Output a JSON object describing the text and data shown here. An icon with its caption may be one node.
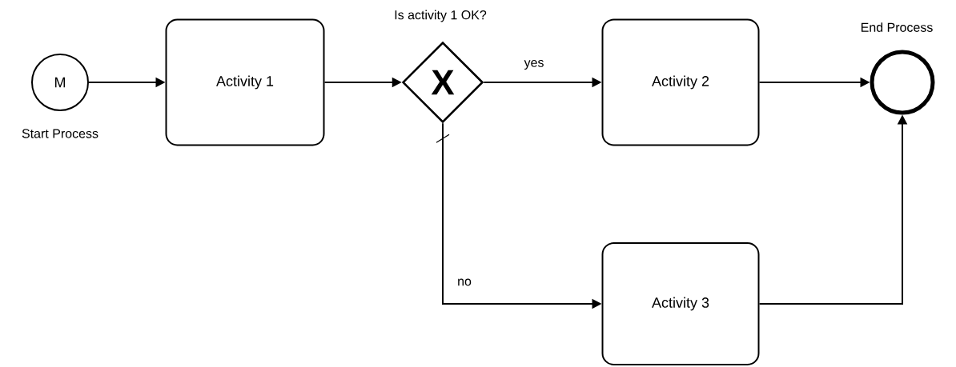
{
  "diagram": {
    "nodes": [
      {
        "text": [
          "M"
        ],
        "beside": [
          "Start Process"
        ]
      },
      {
        "text": [
          "Activity 1"
        ]
      },
      {
        "text": [
          "X"
        ],
        "beside": [
          "Is activity 1 OK?"
        ]
      },
      {
        "text": [
          "Activity 2"
        ]
      },
      {
        "text": [
          "Activity 3"
        ]
      },
      {
        "text": [],
        "shape": "circle",
        "beside": [
          "End Process"
        ]
      }
    ],
    "edges": [
      {
        "from": 0,
        "to": 1,
        "arrow": "to"
      },
      {
        "from": 1,
        "to": 2,
        "arrow": "to"
      },
      {
        "from": 2,
        "to": 3,
        "arrow": "to",
        "label": "yes"
      },
      {
        "from": 2,
        "to": 4,
        "arrow": "to",
        "label": "no"
      },
      {
        "from": 3,
        "to": 5,
        "arrow": "to"
      },
      {
        "from": 4,
        "to": 5,
        "arrow": "to"
      }
    ]
  }
}
